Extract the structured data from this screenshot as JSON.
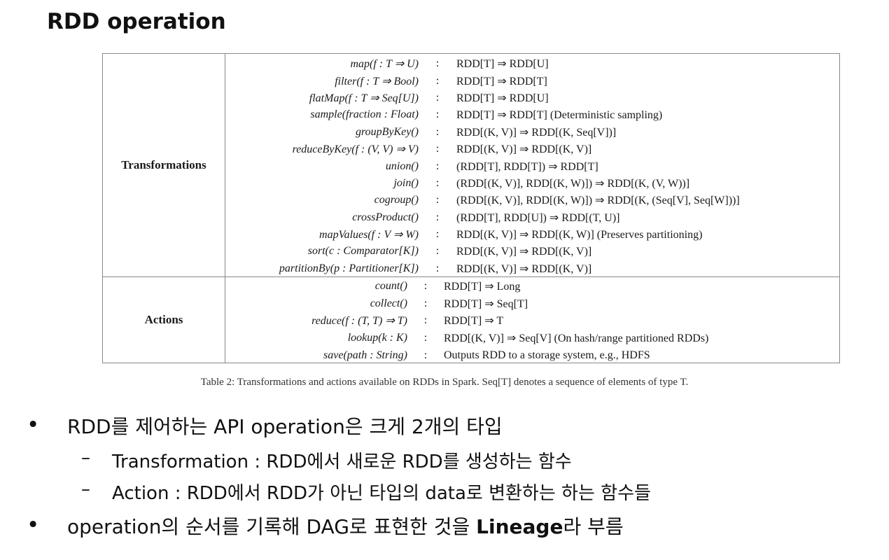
{
  "title": "RDD operation",
  "table": {
    "transformations": {
      "label": "Transformations",
      "rows": [
        {
          "op": "map(f : T ⇒ U)",
          "sig": "RDD[T] ⇒ RDD[U]"
        },
        {
          "op": "filter(f : T ⇒ Bool)",
          "sig": "RDD[T] ⇒ RDD[T]"
        },
        {
          "op": "flatMap(f : T ⇒ Seq[U])",
          "sig": "RDD[T] ⇒ RDD[U]"
        },
        {
          "op": "sample(fraction : Float)",
          "sig": "RDD[T] ⇒ RDD[T]  (Deterministic sampling)"
        },
        {
          "op": "groupByKey()",
          "sig": "RDD[(K, V)] ⇒ RDD[(K, Seq[V])]"
        },
        {
          "op": "reduceByKey(f : (V, V) ⇒ V)",
          "sig": "RDD[(K, V)] ⇒ RDD[(K, V)]"
        },
        {
          "op": "union()",
          "sig": "(RDD[T], RDD[T]) ⇒ RDD[T]"
        },
        {
          "op": "join()",
          "sig": "(RDD[(K, V)], RDD[(K, W)]) ⇒ RDD[(K, (V, W))]"
        },
        {
          "op": "cogroup()",
          "sig": "(RDD[(K, V)], RDD[(K, W)]) ⇒ RDD[(K, (Seq[V], Seq[W]))]"
        },
        {
          "op": "crossProduct()",
          "sig": "(RDD[T], RDD[U]) ⇒ RDD[(T, U)]"
        },
        {
          "op": "mapValues(f : V ⇒ W)",
          "sig": "RDD[(K, V)] ⇒ RDD[(K, W)]  (Preserves partitioning)"
        },
        {
          "op": "sort(c : Comparator[K])",
          "sig": "RDD[(K, V)] ⇒ RDD[(K, V)]"
        },
        {
          "op": "partitionBy(p : Partitioner[K])",
          "sig": "RDD[(K, V)] ⇒ RDD[(K, V)]"
        }
      ]
    },
    "actions": {
      "label": "Actions",
      "rows": [
        {
          "op": "count()",
          "sig": "RDD[T] ⇒ Long"
        },
        {
          "op": "collect()",
          "sig": "RDD[T] ⇒ Seq[T]"
        },
        {
          "op": "reduce(f : (T, T) ⇒ T)",
          "sig": "RDD[T] ⇒ T"
        },
        {
          "op": "lookup(k : K)",
          "sig": "RDD[(K, V)] ⇒ Seq[V]  (On hash/range partitioned RDDs)"
        },
        {
          "op": "save(path : String)",
          "sig": "Outputs RDD to a storage system, e.g., HDFS"
        }
      ]
    },
    "separator": ":"
  },
  "caption": "Table 2: Transformations and actions available on RDDs in Spark. Seq[T] denotes a sequence of elements of type T.",
  "bullets": {
    "b1": "RDD를 제어하는 API operation은 크게 2개의 타입",
    "sub1": "Transformation : RDD에서 새로운 RDD를 생성하는 함수",
    "sub2": "Action : RDD에서 RDD가 아닌 타입의 data로 변환하는 하는 함수들",
    "b2_pre": "operation의 순서를 기록해 DAG로 표현한 것을 ",
    "b2_bold": "Lineage",
    "b2_post": "라 부름",
    "bullet_char": "•",
    "dash_char": "–"
  }
}
